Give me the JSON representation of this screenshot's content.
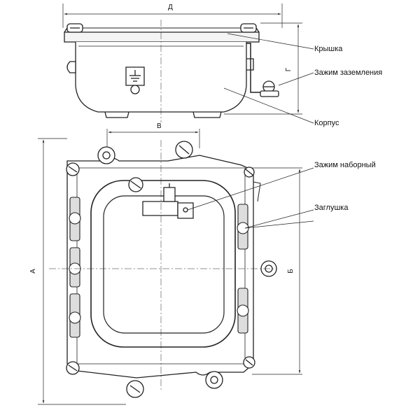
{
  "labels": {
    "cover": "Крышка",
    "ground_clamp": "Зажим заземления",
    "housing": "Корпус",
    "terminal_clamp": "Зажим наборный",
    "plug": "Заглушка"
  },
  "dimensions": {
    "d": "Д",
    "g": "Г",
    "v": "В",
    "a": "А",
    "b": "Б"
  }
}
